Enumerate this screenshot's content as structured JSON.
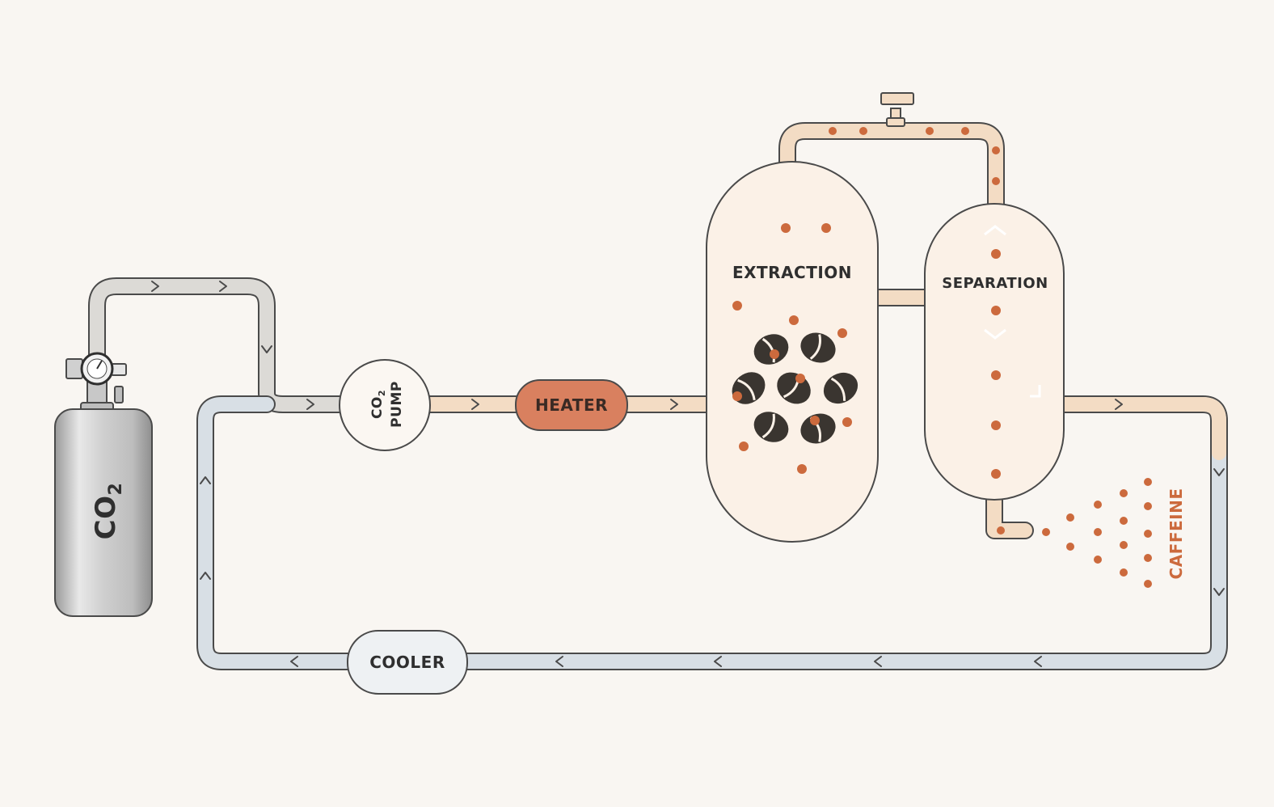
{
  "labels": {
    "tank": "CO",
    "tank_sub": "2",
    "pump_line1": "CO",
    "pump_line1_sub": "2",
    "pump_line2": "PUMP",
    "heater": "HEATER",
    "extraction": "EXTRACTION",
    "separation": "SEPARATION",
    "caffeine": "CAFFEINE",
    "cooler": "COOLER"
  },
  "colors": {
    "background": "#f9f6f2",
    "hot_pipe": "#f3dcc4",
    "cold_pipe": "#d8dfe5",
    "outline": "#4a4a4a",
    "vessel_fill": "#fbf1e7",
    "heater_fill": "#d9805f",
    "caffeine_dot": "#cc6a3d",
    "caffeine_text": "#cc6a3d",
    "bean": "#3a3530",
    "cooler_fill": "#eef1f3"
  },
  "icons": {
    "tank": "gas-cylinder-icon",
    "gauge": "pressure-gauge-icon",
    "valve": "valve-icon",
    "bean": "coffee-bean-icon",
    "flow": "chevron-arrow-icon"
  }
}
